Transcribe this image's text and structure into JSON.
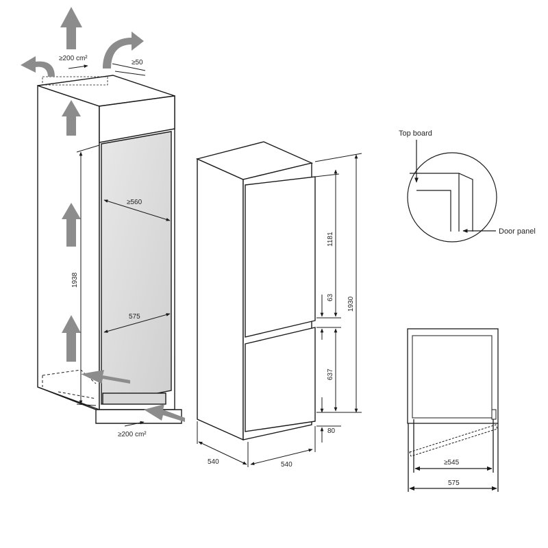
{
  "cabinet": {
    "vent_top_area": "≥200 cm²",
    "vent_top_gap": "≥50",
    "niche_height": "1938",
    "niche_depth": "≥560",
    "niche_width": "575",
    "vent_bottom_area": "≥200 cm²"
  },
  "appliance": {
    "total_height": "1930",
    "upper_door": "1181",
    "gap": "63",
    "lower_door": "637",
    "plinth": "80",
    "depth": "540",
    "width": "540"
  },
  "detail": {
    "top_board_label": "Top board",
    "door_panel_label": "Door panel"
  },
  "plan": {
    "min_width": "≥545",
    "width": "575"
  },
  "colors": {
    "line": "#1a1a1a",
    "arrow": "#8c8c8c",
    "fill": "#dcdcdc"
  }
}
